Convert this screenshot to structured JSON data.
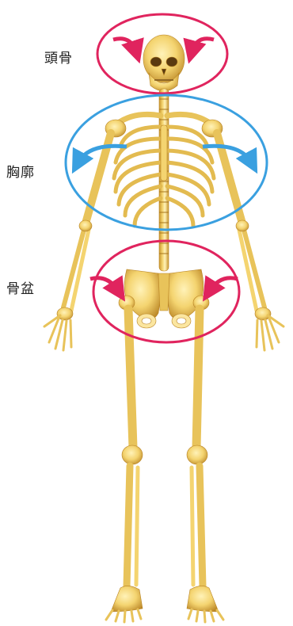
{
  "labels": {
    "skull": "頭骨",
    "thorax": "胸廓",
    "pelvis": "骨盆"
  },
  "colors": {
    "skull_ring": "#e0245e",
    "thorax_ring": "#3aa0e0",
    "pelvis_ring": "#e0245e",
    "bone": "#f4d470",
    "bone_shadow": "#c8962e",
    "bone_highlight": "#fff2b8"
  },
  "rings": {
    "skull": {
      "arrows": "inward"
    },
    "thorax": {
      "arrows": "outward"
    },
    "pelvis": {
      "arrows": "inward"
    }
  }
}
